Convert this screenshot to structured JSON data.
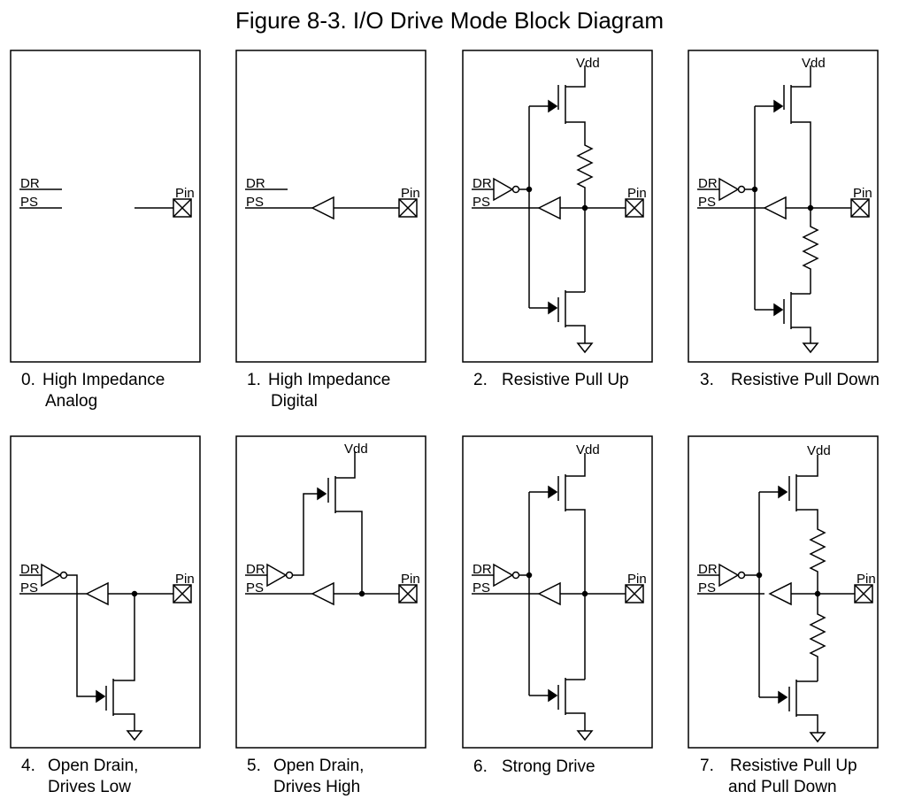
{
  "title": "Figure 8-3.  I/O Drive Mode Block Diagram",
  "labels": {
    "dr": "DR",
    "ps": "PS",
    "pin": "Pin",
    "vdd": "Vdd"
  },
  "panels": [
    {
      "num": "0.",
      "line1": "High Impedance",
      "line2": "Analog"
    },
    {
      "num": "1.",
      "line1": "High Impedance",
      "line2": "Digital"
    },
    {
      "num": "2.",
      "line1": "Resistive Pull Up",
      "line2": ""
    },
    {
      "num": "3.",
      "line1": "Resistive Pull Down",
      "line2": ""
    },
    {
      "num": "4.",
      "line1": "Open Drain,",
      "line2": "Drives Low"
    },
    {
      "num": "5.",
      "line1": "Open Drain,",
      "line2": "Drives High"
    },
    {
      "num": "6.",
      "line1": "Strong Drive",
      "line2": ""
    },
    {
      "num": "7.",
      "line1": "Resistive Pull Up",
      "line2": "and Pull Down"
    }
  ]
}
